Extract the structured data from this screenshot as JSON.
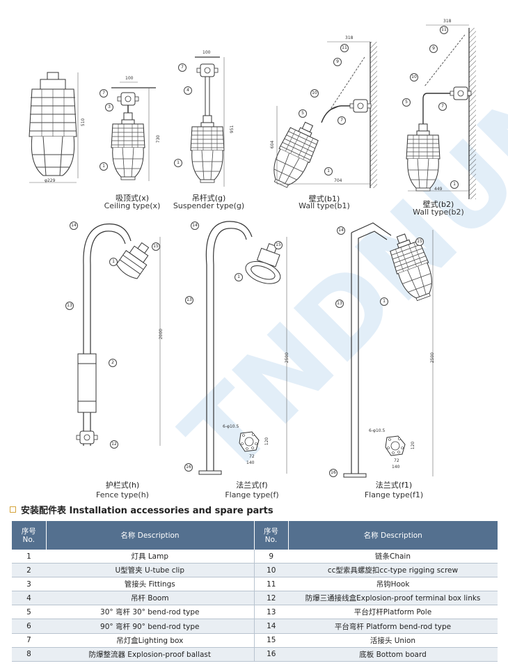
{
  "callouts": [
    "1",
    "2",
    "3",
    "4",
    "5",
    "7",
    "9",
    "10",
    "11",
    "12",
    "13",
    "14",
    "15",
    "16"
  ],
  "dimensions": {
    "d100a": "100",
    "d100b": "100",
    "d318a": "318",
    "d318b": "318",
    "d510": "510",
    "d730": "730",
    "d951": "951",
    "d604": "604",
    "d704": "704",
    "d449": "449",
    "d229": "φ229",
    "d2000": "2000",
    "d2500a": "2500",
    "d2500b": "2500",
    "holes_a": "6-φ10.5",
    "holes_b": "6-φ10.5",
    "d120a": "120",
    "d120b": "120",
    "d72a": "72",
    "d72b": "72",
    "d140a": "140",
    "d140b": "140"
  },
  "captions": {
    "x_cn": "吸顶式(x)",
    "x_en": "Ceiling type(x)",
    "g_cn": "吊杆式(g)",
    "g_en": "Suspender type(g)",
    "b1_cn": "壁式(b1)",
    "b1_en": "Wall type(b1)",
    "b2_cn": "壁式(b2)",
    "b2_en": "Wall type(b2)",
    "h_cn": "护栏式(h)",
    "h_en": "Fence type(h)",
    "f_cn": "法兰式(f)",
    "f_en": "Flange type(f)",
    "f1_cn": "法兰式(f1)",
    "f1_en": "Flange type(f1)"
  },
  "section": {
    "title": "安装配件表 Installation accessories and spare parts"
  },
  "table": {
    "headers": {
      "no_cn": "序号",
      "no_en": "No.",
      "desc": "名称 Description"
    },
    "rows": [
      {
        "no1": "1",
        "d1": "灯具 Lamp",
        "no2": "9",
        "d2": "链条Chain"
      },
      {
        "no1": "2",
        "d1": "U型管夹 U-tube clip",
        "no2": "10",
        "d2": "cc型索具螺旋扣cc-type rigging screw"
      },
      {
        "no1": "3",
        "d1": "管接头 Fittings",
        "no2": "11",
        "d2": "吊钩Hook"
      },
      {
        "no1": "4",
        "d1": "吊杆 Boom",
        "no2": "12",
        "d2": "防爆三通接线盒Explosion-proof terminal box links"
      },
      {
        "no1": "5",
        "d1": "30°  弯杆 30°  bend-rod type",
        "no2": "13",
        "d2": "平台灯杆Platform Pole"
      },
      {
        "no1": "6",
        "d1": "90°  弯杆 90°  bend-rod type",
        "no2": "14",
        "d2": "平台弯杆 Platform bend-rod type"
      },
      {
        "no1": "7",
        "d1": "吊灯盒Lighting box",
        "no2": "15",
        "d2": "活接头 Union"
      },
      {
        "no1": "8",
        "d1": "防爆整流器 Explosion-proof ballast",
        "no2": "16",
        "d2": "底板 Bottom board"
      }
    ]
  }
}
